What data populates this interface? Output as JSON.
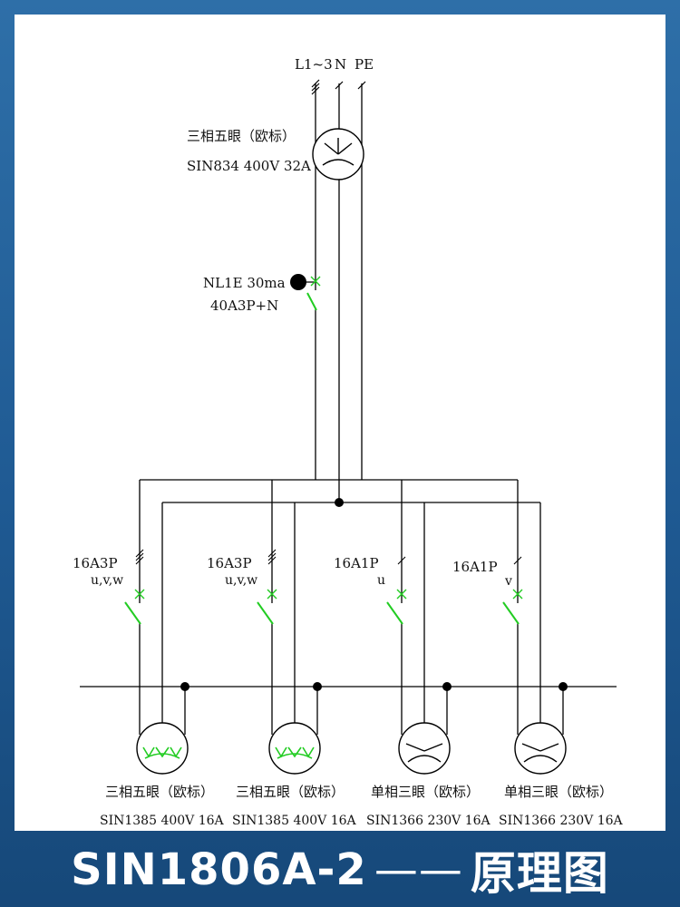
{
  "supply": {
    "l": "L1~3",
    "n": "N",
    "pe": "PE"
  },
  "inlet": {
    "name": "三相五眼（欧标）",
    "spec": "SIN834 400V 32A"
  },
  "rcd": {
    "model": "NL1E 30ma",
    "rating": "40A3P+N"
  },
  "breakers": [
    {
      "rating": "16A3P",
      "phases": "u,v,w"
    },
    {
      "rating": "16A3P",
      "phases": "u,v,w"
    },
    {
      "rating": "16A1P",
      "phases": "u"
    },
    {
      "rating": "16A1P",
      "phases": "v"
    }
  ],
  "outlets": [
    {
      "name": "三相五眼（欧标）",
      "spec": "SIN1385 400V 16A"
    },
    {
      "name": "三相五眼（欧标）",
      "spec": "SIN1385 400V 16A"
    },
    {
      "name": "单相三眼（欧标）",
      "spec": "SIN1366 230V 16A"
    },
    {
      "name": "单相三眼（欧标）",
      "spec": "SIN1366 230V 16A"
    }
  ],
  "footer": {
    "model": "SIN1806A-2",
    "dash": "——",
    "title": "原理图"
  },
  "colors": {
    "line": "#000000",
    "switch": "#22cc22",
    "socket_green": "#22cc22",
    "background": "#1f5a93"
  }
}
